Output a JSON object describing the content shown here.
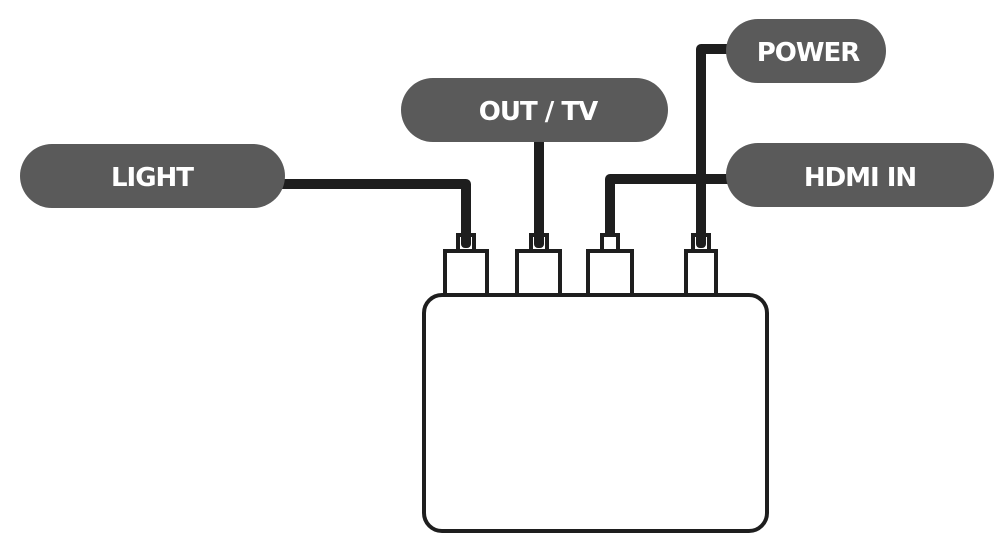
{
  "diagram": {
    "title": "Device connection diagram",
    "colors": {
      "label_fill": "#5a5a5a",
      "label_text": "#ffffff",
      "cable": "#1e1e1e",
      "outline": "#1e1e1e",
      "background": "#ffffff"
    },
    "labels": {
      "light": "LIGHT",
      "out_tv": "OUT / TV",
      "power": "POWER",
      "hdmi_in": "HDMI IN"
    },
    "ports": [
      {
        "id": "port-1",
        "connected_to": "LIGHT",
        "cable_plugged": true
      },
      {
        "id": "port-2",
        "connected_to": "OUT / TV",
        "cable_plugged": true
      },
      {
        "id": "port-3",
        "connected_to": "HDMI IN",
        "cable_plugged": false
      },
      {
        "id": "port-4",
        "connected_to": "POWER",
        "cable_plugged": true
      }
    ]
  }
}
